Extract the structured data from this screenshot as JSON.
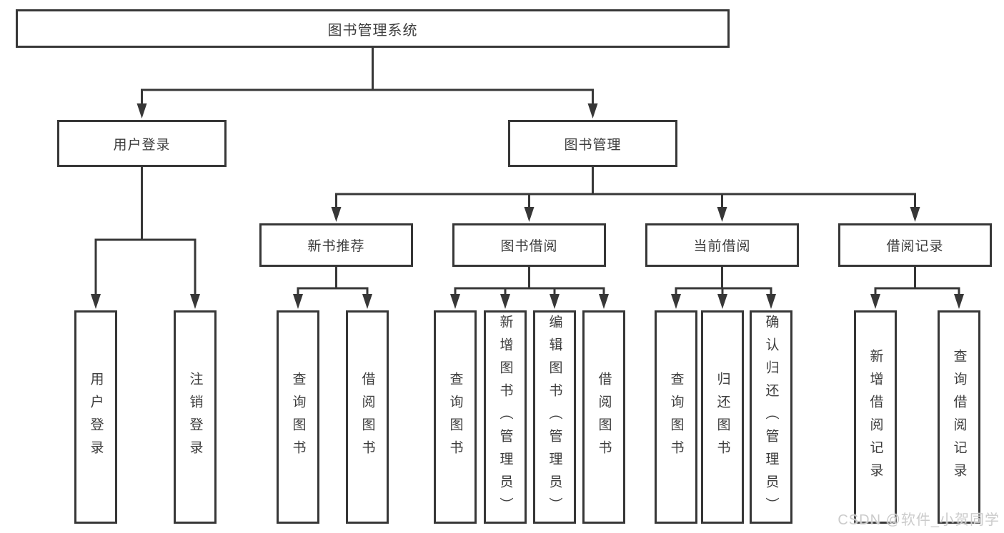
{
  "diagram_type": "function-structure-tree",
  "tree": {
    "root": {
      "label": "图书管理系统",
      "children": [
        {
          "label": "用户登录",
          "children": [
            {
              "label": "用户登录"
            },
            {
              "label": "注销登录"
            }
          ]
        },
        {
          "label": "图书管理",
          "children": [
            {
              "label": "新书推荐",
              "children": [
                {
                  "label": "查询图书"
                },
                {
                  "label": "借阅图书"
                }
              ]
            },
            {
              "label": "图书借阅",
              "children": [
                {
                  "label": "查询图书"
                },
                {
                  "label": "新增图书（管理员）"
                },
                {
                  "label": "编辑图书（管理员）"
                },
                {
                  "label": "借阅图书"
                }
              ]
            },
            {
              "label": "当前借阅",
              "children": [
                {
                  "label": "查询图书"
                },
                {
                  "label": "归还图书"
                },
                {
                  "label": "确认归还（管理员）"
                }
              ]
            },
            {
              "label": "借阅记录",
              "children": [
                {
                  "label": "新增借阅记录"
                },
                {
                  "label": "查询借阅记录"
                }
              ]
            }
          ]
        }
      ]
    }
  },
  "watermark": "CSDN @软件_小贺同学",
  "colors": {
    "line": "#373737",
    "text": "#3d3d3d",
    "background": "#ffffff",
    "watermark": "#cbcbcb"
  }
}
